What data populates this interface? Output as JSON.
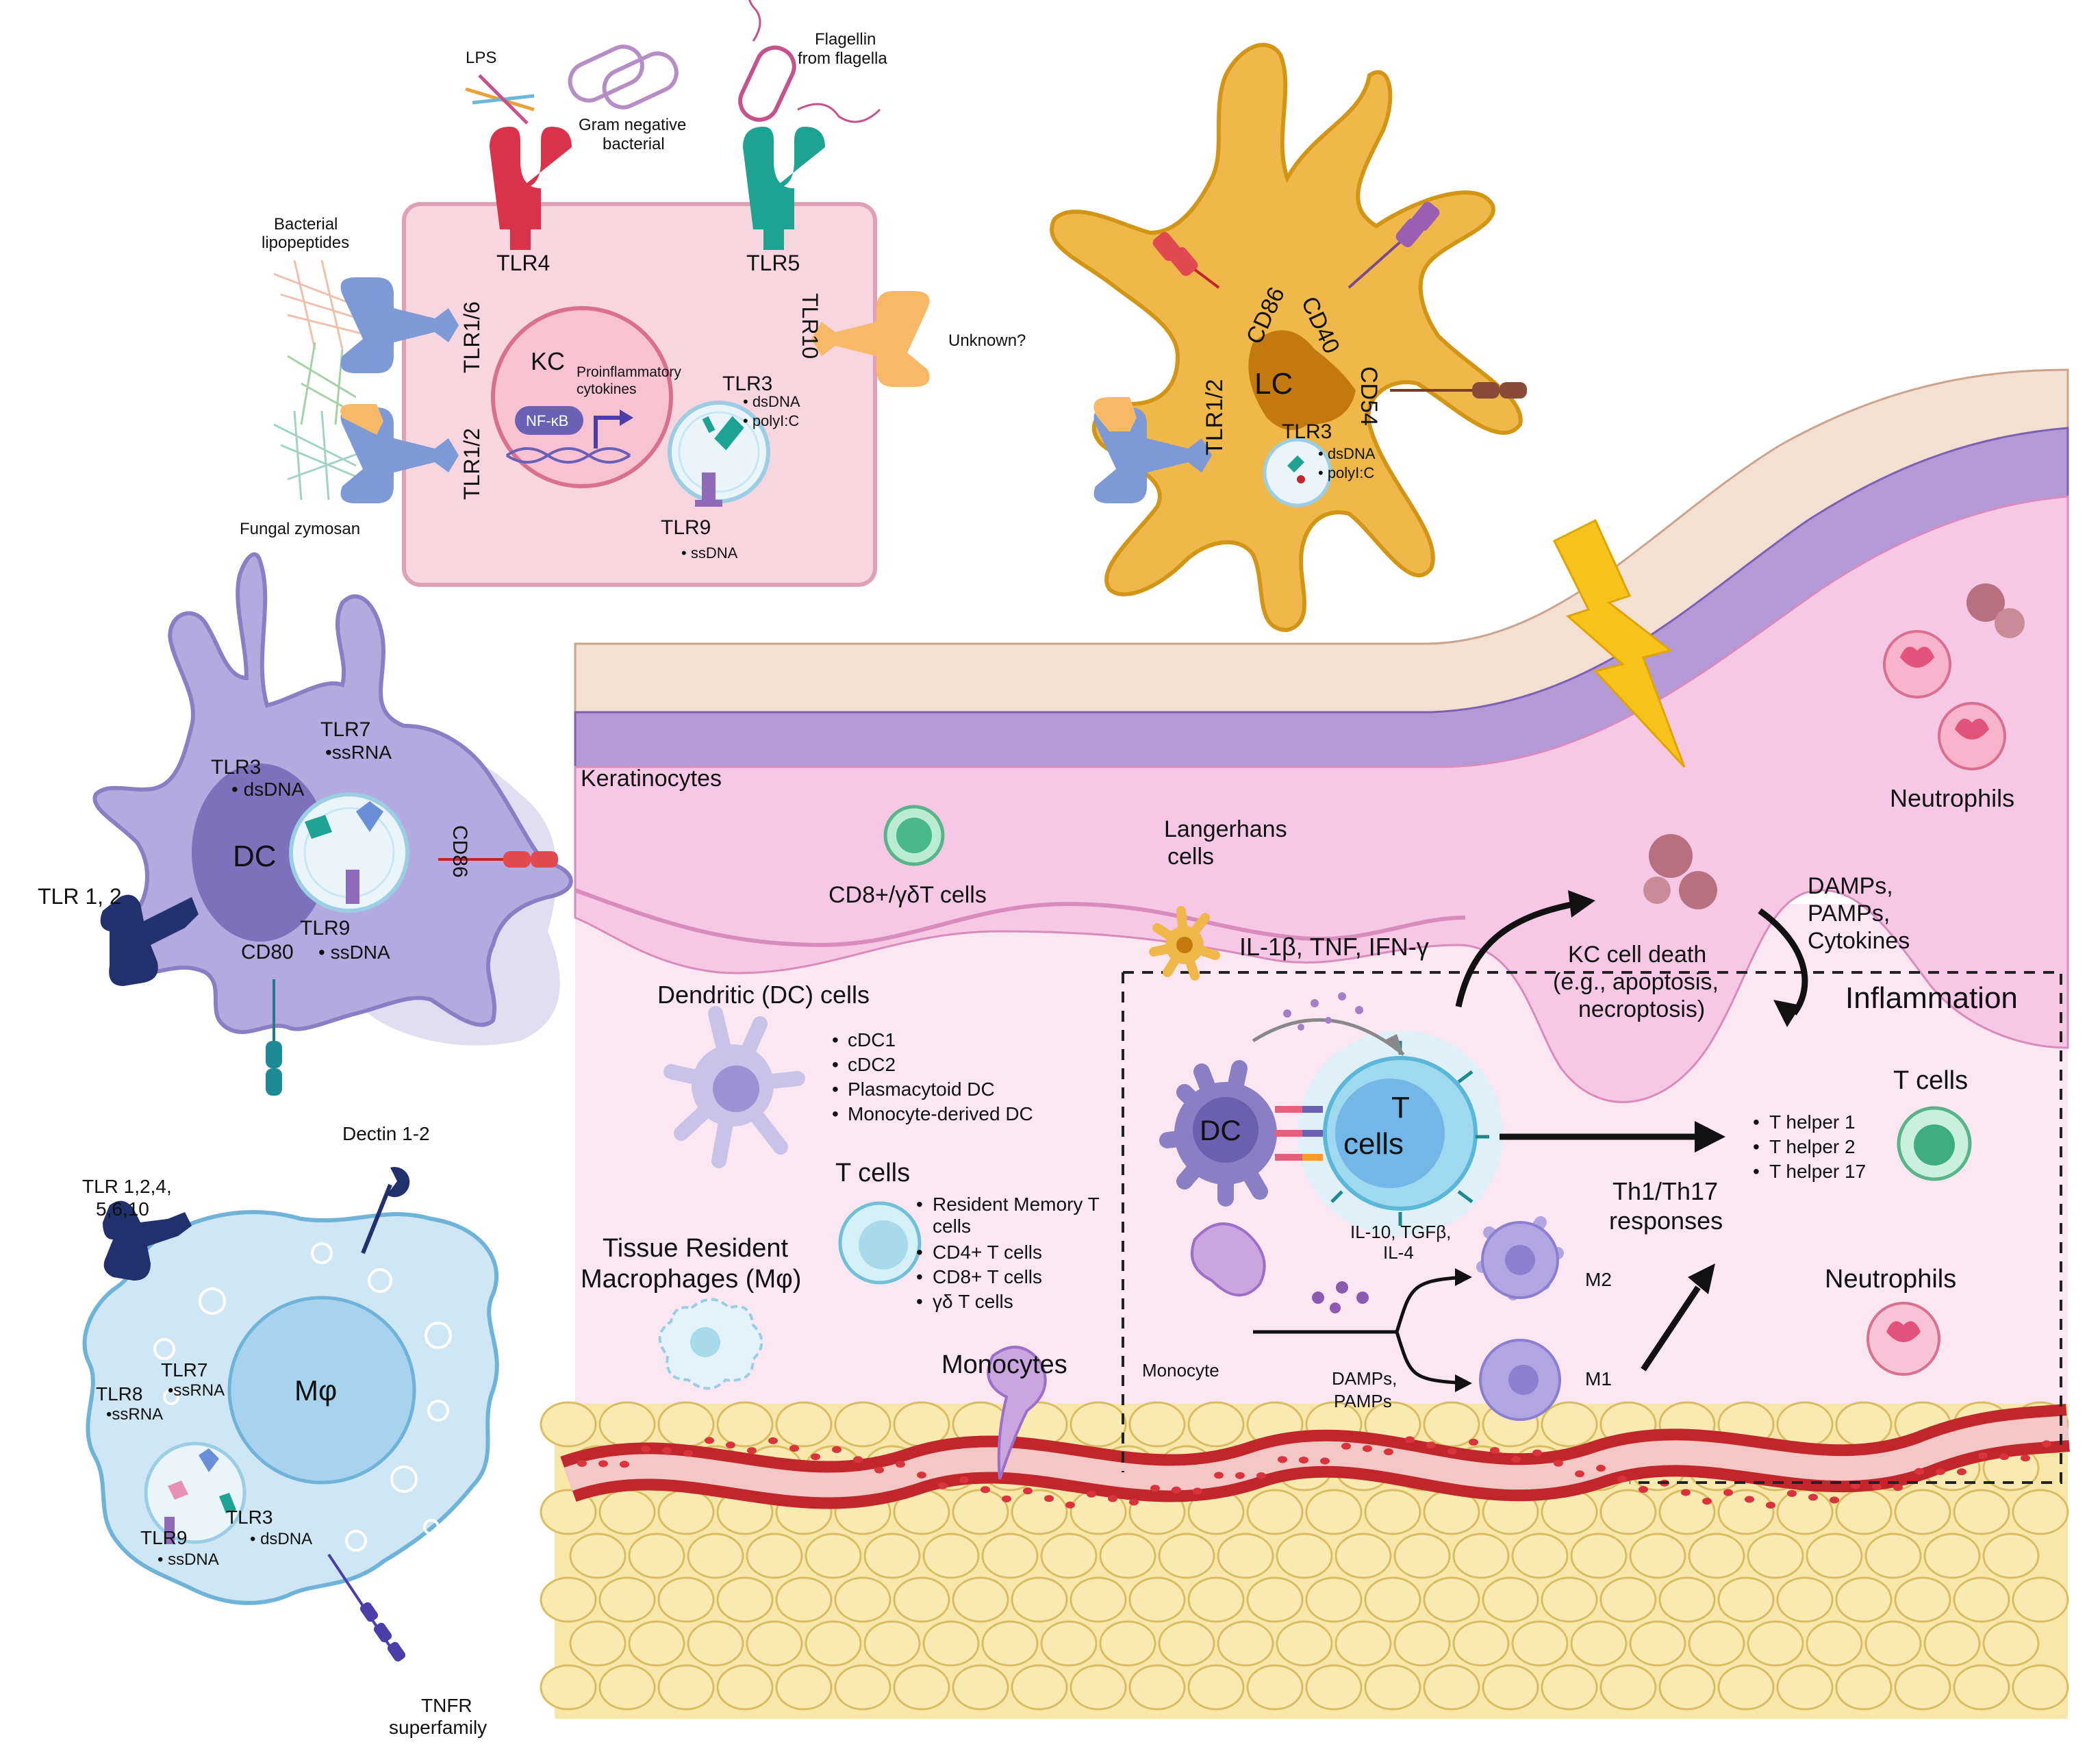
{
  "kc_panel": {
    "lps": "LPS",
    "gram_negative_line1": "Gram negative",
    "gram_negative_line2": "bacterial",
    "flagellin_line1": "Flagellin",
    "flagellin_line2": "from flagella",
    "bacterial_lipopeptides_line1": "Bacterial",
    "bacterial_lipopeptides_line2": "lipopeptides",
    "fungal_zymosan": "Fungal zymosan",
    "unknown": "Unknown?",
    "tlr4": "TLR4",
    "tlr5": "TLR5",
    "tlr1_6": "TLR1/6",
    "tlr1_2": "TLR1/2",
    "tlr10": "TLR10",
    "kc": "KC",
    "proinflammatory_line1": "Proinflammatory",
    "proinflammatory_line2": "cytokines",
    "nfkb": "NF-κB",
    "tlr3": "TLR3",
    "tlr3_item1": "• dsDNA",
    "tlr3_item2": "• polyI:C",
    "tlr9": "TLR9",
    "tlr9_item1": "• ssDNA"
  },
  "lc_panel": {
    "lc": "LC",
    "cd86": "CD86",
    "cd40": "CD40",
    "cd54": "CD54",
    "tlr1_2": "TLR1/2",
    "tlr3": "TLR3",
    "tlr3_item1": "• dsDNA",
    "tlr3_item2": "• polyI:C"
  },
  "dc_panel": {
    "dc": "DC",
    "tlr3": "TLR3",
    "tlr3_item": "• dsDNA",
    "tlr7": "TLR7",
    "tlr7_item": "•ssRNA",
    "tlr9": "TLR9",
    "tlr9_item": "• ssDNA",
    "cd86": "CD86",
    "cd80": "CD80",
    "tlr_1_2": "TLR 1, 2"
  },
  "macrophage_panel": {
    "dectin": "Dectin 1-2",
    "tlr_multi_line1": "TLR 1,2,4,",
    "tlr_multi_line2": "5,6,10",
    "mphi": "Mφ",
    "tlr7": "TLR7",
    "tlr7_item": "•ssRNA",
    "tlr8": "TLR8",
    "tlr8_item": "•ssRNA",
    "tlr9": "TLR9",
    "tlr9_item": "• ssDNA",
    "tlr3": "TLR3",
    "tlr3_item": "• dsDNA",
    "tnfr_line1": "TNFR",
    "tnfr_line2": "superfamily"
  },
  "skin": {
    "keratinocytes": "Keratinocytes",
    "cd8_cells": "CD8+/γδT cells",
    "langerhans_line1": "Langerhans",
    "langerhans_line2": "cells",
    "neutrophils_top": "Neutrophils",
    "damps_line1": "DAMPs,",
    "damps_line2": "PAMPs,",
    "damps_line3": "Cytokines",
    "kc_death_line1": "KC cell death",
    "kc_death_line2": "(e.g., apoptosis,",
    "kc_death_line3": "necroptosis)",
    "inflammation": "Inflammation",
    "cytokines": "IL-1β, TNF, IFN-γ",
    "dendritic_cells": "Dendritic (DC) cells",
    "dc_types": [
      "cDC1",
      "cDC2",
      "Plasmacytoid DC",
      "Monocyte-derived DC"
    ],
    "t_cells_title": "T cells",
    "t_cell_types": [
      "Resident Memory T",
      "cells",
      "CD4+ T cells",
      "CD8+ T cells",
      "γδ T cells"
    ],
    "tissue_macrophages_line1": "Tissue Resident",
    "tissue_macrophages_line2": "Macrophages (Mφ)",
    "monocytes": "Monocytes",
    "dc_label": "DC",
    "t_label": "T",
    "cells_label": "cells",
    "il10_line1": "IL-10, TGFβ,",
    "il10_line2": "IL-4",
    "m2": "M2",
    "m1": "M1",
    "monocyte": "Monocyte",
    "damps_pamps_line1": "DAMPs,",
    "damps_pamps_line2": "PAMPs",
    "th_responses_line1": "Th1/Th17",
    "th_responses_line2": "responses",
    "t_cells_right": "T cells",
    "t_helpers": [
      "T helper 1",
      "T helper 2",
      "T helper 17"
    ],
    "neutrophils_bottom": "Neutrophils"
  },
  "colors": {
    "kc_box": "#f7d6e0",
    "lc_cell": "#f0b84a",
    "dc_cell": "#b3aae0",
    "macrophage": "#cfe6f5",
    "skin_pink": "#f5c9e4",
    "vessel": "#c0262a",
    "fat": "#f7e7a8",
    "bolt": "#f7c21b"
  }
}
